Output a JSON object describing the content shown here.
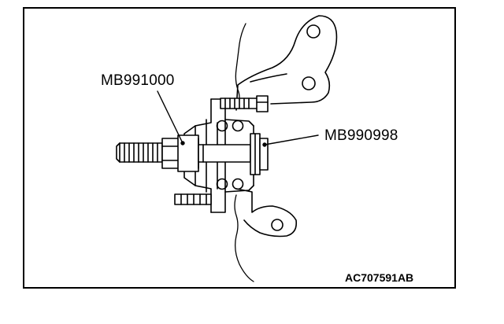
{
  "labels": {
    "tool_left": "MB991000",
    "tool_right": "MB990998"
  },
  "figure_code": "AC707591AB"
}
